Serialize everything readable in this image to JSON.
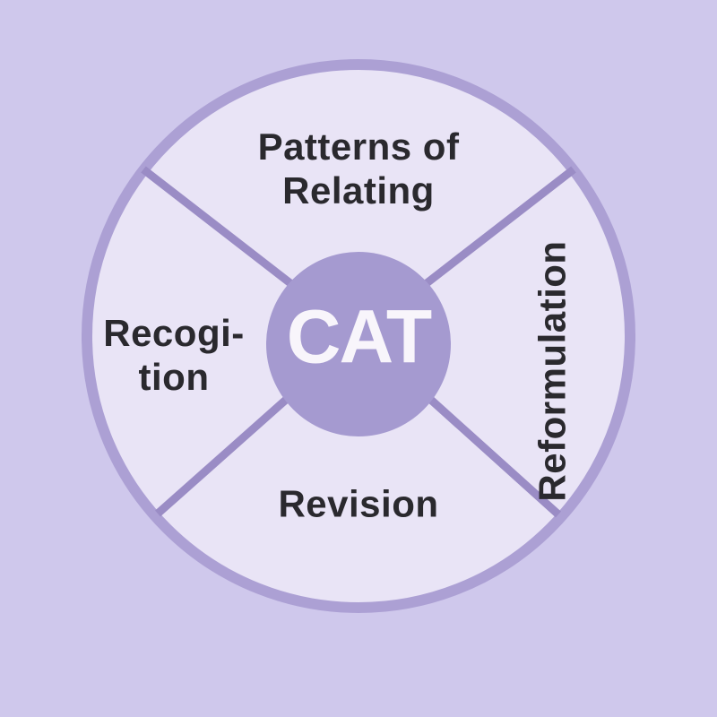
{
  "diagram": {
    "title_acronym": "CAT",
    "quadrants": {
      "top": {
        "lines": [
          "Patterns of",
          "Relating"
        ]
      },
      "left": {
        "lines": [
          "Recogi-",
          "tion"
        ]
      },
      "right": {
        "lines": [
          "Reformulation"
        ]
      },
      "bottom": {
        "lines": [
          "Revision"
        ]
      }
    },
    "colors": {
      "background": "#cfc8ec",
      "circle_fill": "#e9e4f6",
      "ring_stroke": "#aca0d4",
      "spoke_stroke": "#9a8cc5",
      "center_circle_fill": "#a59ad0",
      "label_text": "#2a292e",
      "center_text": "#f8f5fb"
    }
  }
}
